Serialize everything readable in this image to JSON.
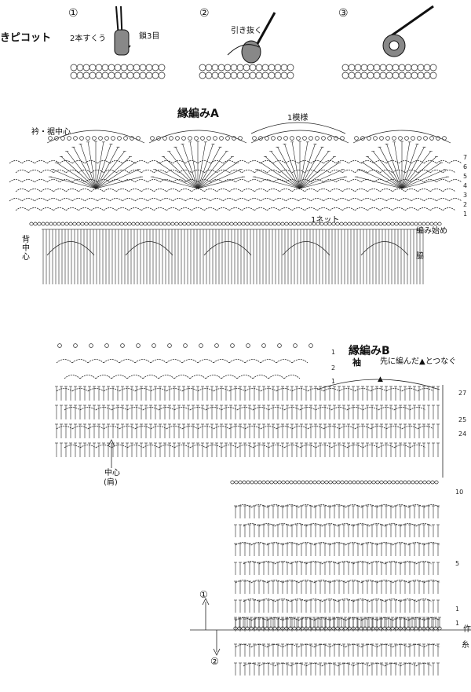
{
  "steps": {
    "title": "きピコット",
    "step1": {
      "num": "①",
      "note_a": "2本すくう",
      "note_b": "鎖3目"
    },
    "step2": {
      "num": "②",
      "note_a": "引き抜く"
    },
    "step3": {
      "num": "③"
    }
  },
  "diagramA": {
    "title": "縁編みA",
    "repeat_label": "1模様",
    "collar_label": "衿・裾中心",
    "back_center": "背中心",
    "net_label": "1ネット",
    "start_label": "編み始め",
    "side_label": "脇",
    "rows": [
      "7",
      "6",
      "5",
      "4",
      "3",
      "2",
      "1"
    ]
  },
  "diagramB": {
    "title": "縁編みB",
    "sleeve": "袖",
    "join_label": "先に編んだ▲とつなぐ",
    "triangle": "▲",
    "center_label": "中心",
    "shoulder_label": "(肩)",
    "top_rows": [
      "1",
      "2",
      "1"
    ],
    "right_rows": [
      "27",
      "25",
      "24"
    ],
    "lower_rows": [
      "10",
      "5",
      "1",
      "1"
    ],
    "arrow_up": "①",
    "arrow_down": "②",
    "edge_a": "作",
    "edge_b": "糸"
  }
}
